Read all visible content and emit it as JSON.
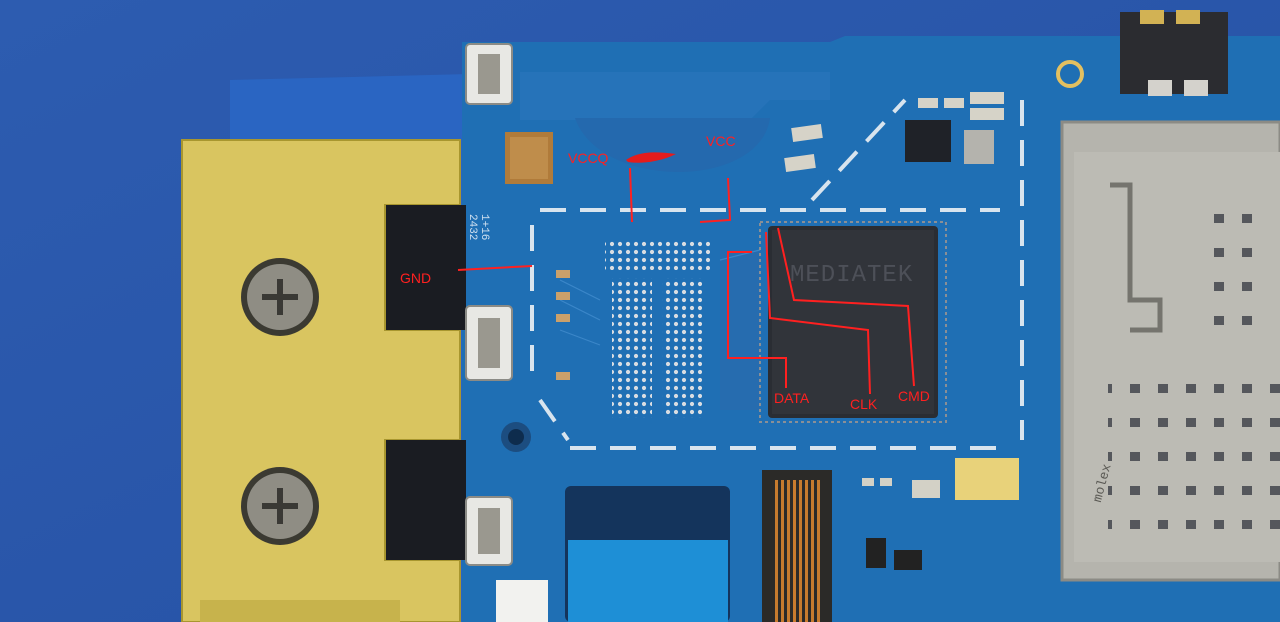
{
  "annotation_color": "#ff2020",
  "labels": {
    "vcco": "VCCQ",
    "vcc": "VCC",
    "gnd": "GND",
    "data": "DATA",
    "clk": "CLK",
    "cmd": "CMD"
  },
  "chip_marking": "MEDIATEK",
  "board_silkscreen": [
    "1+16",
    "2432"
  ],
  "connector_marking": "molex",
  "colors": {
    "background": "#2f63b8",
    "pcb": "#1f6fb4",
    "fixture_brass": "#d9c560",
    "chip": "#2a2d33",
    "sim_tray": "#b5b4ad"
  }
}
